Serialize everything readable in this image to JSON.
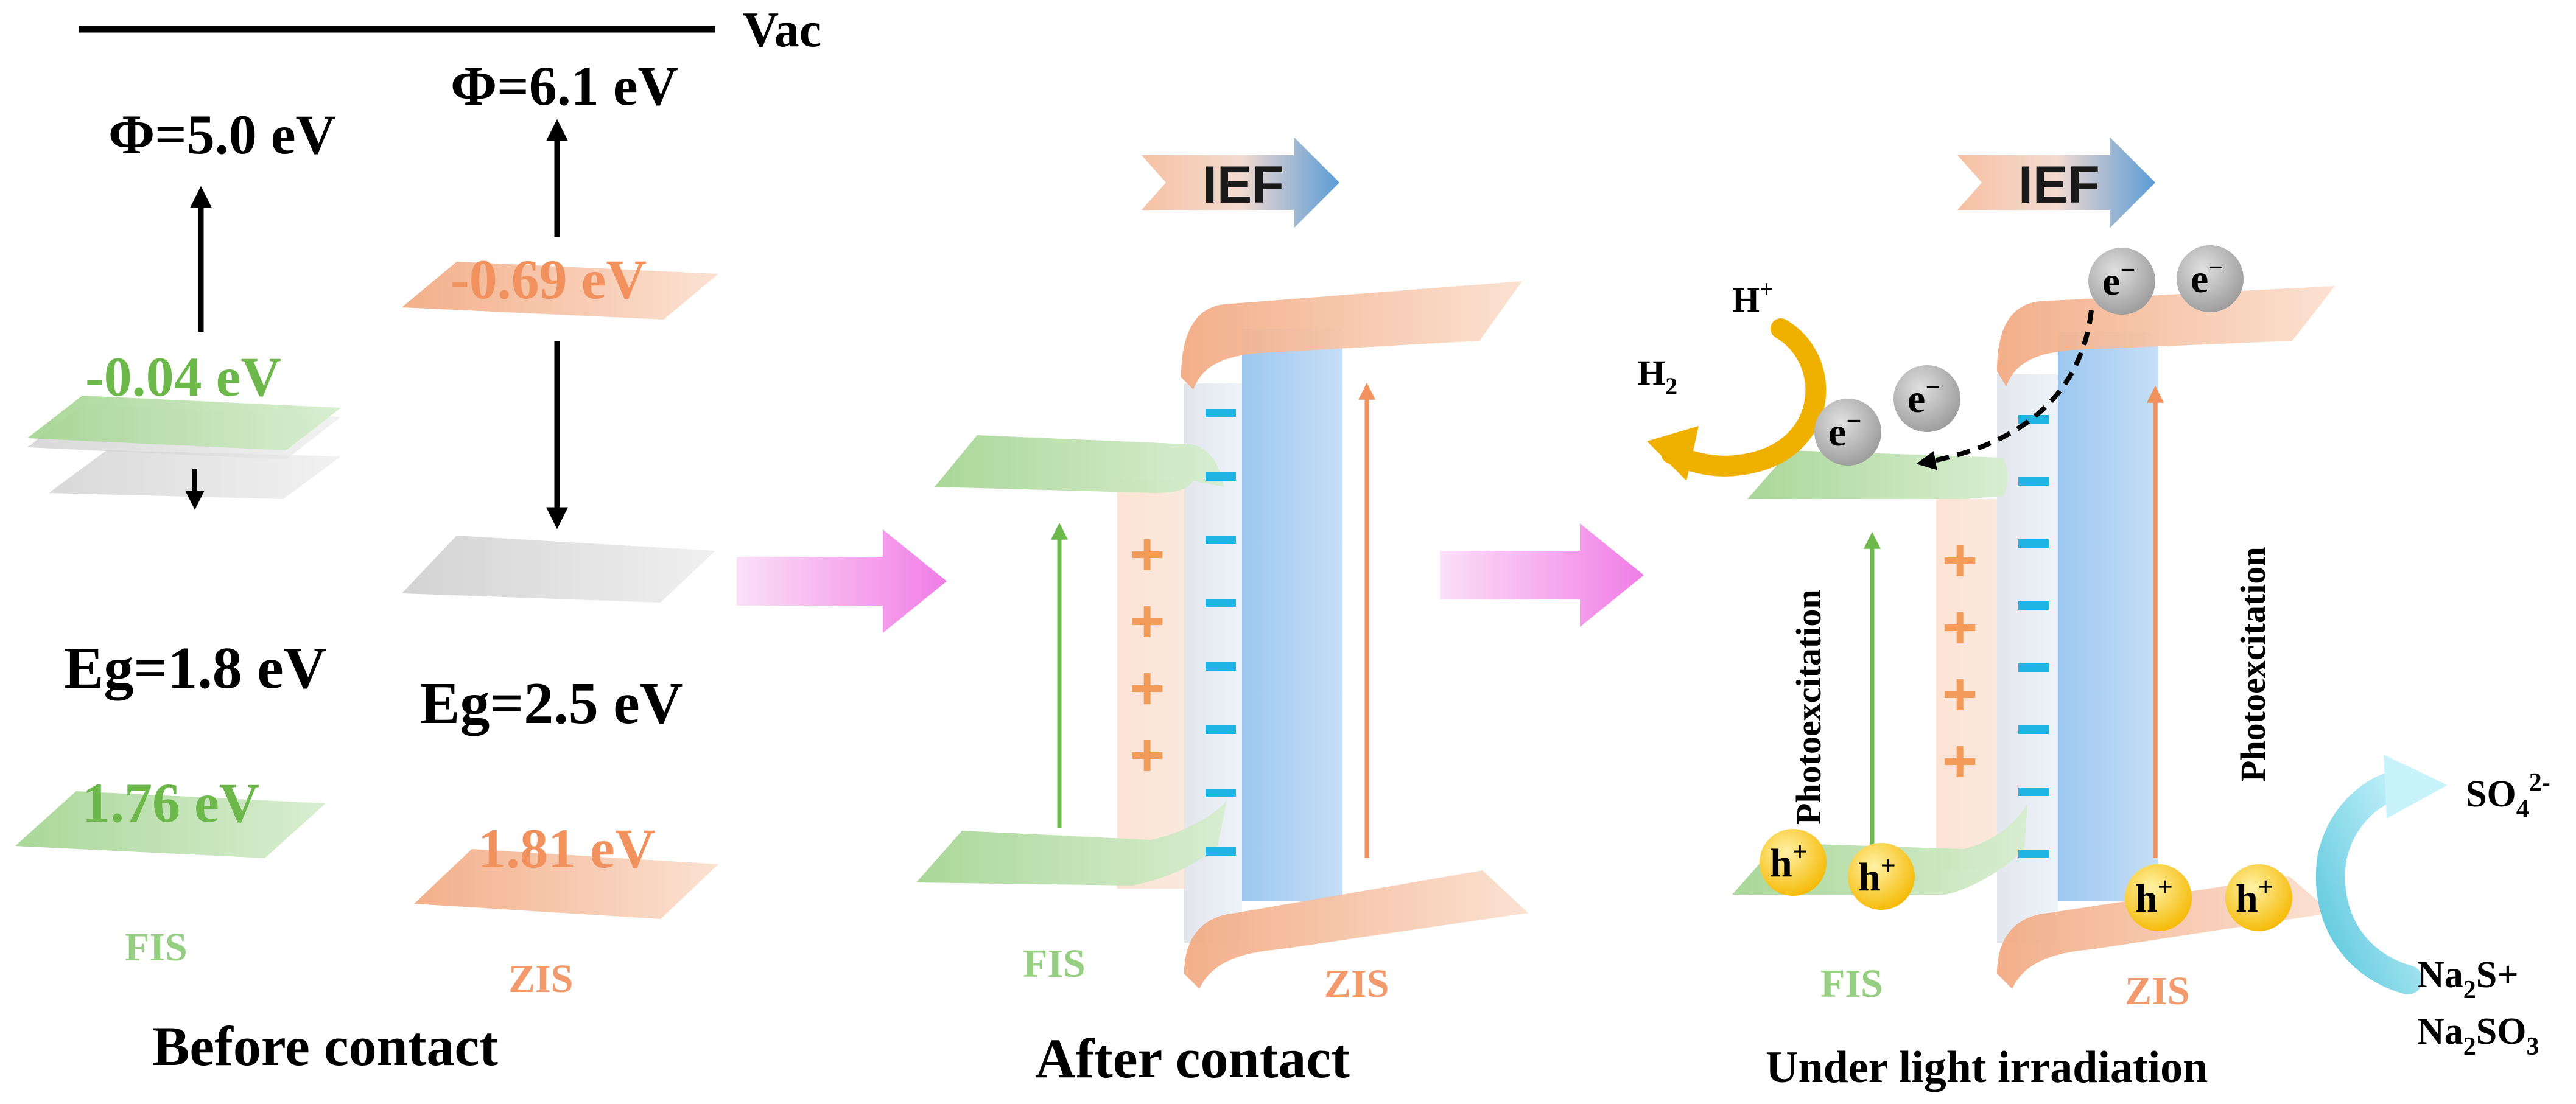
{
  "colors": {
    "fis_green": "#8dc97e",
    "fis_label": "#97cf82",
    "fis_value": "#6db84b",
    "zis_orange": "#f2ab84",
    "zis_label": "#f29a6c",
    "zis_value": "#f0915e",
    "gray_band": "#d3d3d3",
    "ief_blue": "#5b9bd5",
    "ief_peach": "#f6c1a3",
    "pink_arrow": "#f07de6",
    "electron": "#b4b4b4",
    "hole": "#f9c41c",
    "h2_arrow": "#f0b000",
    "so4_arrow": "#6ed9ef",
    "minus": "#20b4e4",
    "plus": "#f39c5a"
  },
  "panel1": {
    "vac": "Vac",
    "phi_fis": "Φ=5.0 eV",
    "phi_zis": "Φ=6.1 eV",
    "fis_cb": "-0.04 eV",
    "zis_cb": "-0.69 eV",
    "eg_fis": "Eg=1.8 eV",
    "eg_zis": "Eg=2.5 eV",
    "fis_vb": "1.76 eV",
    "zis_vb": "1.81 eV",
    "fis_label": "FIS",
    "zis_label": "ZIS",
    "caption": "Before contact"
  },
  "panel2": {
    "ief": "IEF",
    "plus": "+",
    "minus": "−",
    "fis_label": "FIS",
    "zis_label": "ZIS",
    "caption": "After contact"
  },
  "panel3": {
    "ief": "IEF",
    "h_plus": "H",
    "h_plus_sup": "+",
    "h2": "H",
    "h2_sub": "2",
    "electron": "e",
    "electron_sup": "−",
    "hole": "h",
    "hole_sup": "+",
    "photoexcitation": "Photoexcitation",
    "so4": "SO",
    "so4_sub": "4",
    "so4_sup": "2-",
    "na2s": "Na",
    "na2s_sub": "2",
    "na2s_tail": "S+",
    "na2so3": "Na",
    "na2so3_sub": "2",
    "na2so3_mid": "SO",
    "na2so3_sub2": "3",
    "fis_label": "FIS",
    "zis_label": "ZIS",
    "caption": "Under light irradiation"
  }
}
